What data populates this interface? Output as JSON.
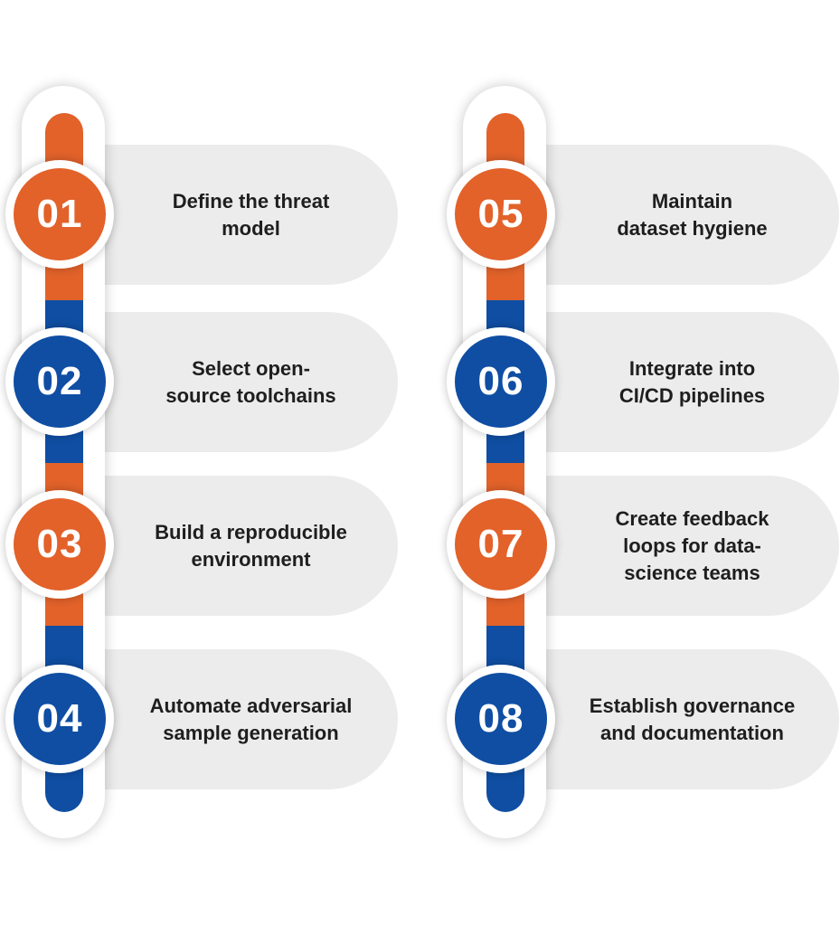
{
  "colors": {
    "orange": "#e2622a",
    "blue": "#0f4ea3",
    "pill": "#ececec"
  },
  "columns": [
    {
      "steps": [
        {
          "number": "01",
          "text": "Define the threat\nmodel",
          "color": "orange"
        },
        {
          "number": "02",
          "text": "Select open-\nsource toolchains",
          "color": "blue"
        },
        {
          "number": "03",
          "text": "Build a reproducible\nenvironment",
          "color": "orange"
        },
        {
          "number": "04",
          "text": "Automate adversarial\nsample generation",
          "color": "blue"
        }
      ]
    },
    {
      "steps": [
        {
          "number": "05",
          "text": "Maintain\ndataset hygiene",
          "color": "orange"
        },
        {
          "number": "06",
          "text": "Integrate into\nCI/CD pipelines",
          "color": "blue"
        },
        {
          "number": "07",
          "text": "Create feedback\nloops for data-\nscience teams",
          "color": "orange"
        },
        {
          "number": "08",
          "text": "Establish governance\nand documentation",
          "color": "blue"
        }
      ]
    }
  ]
}
